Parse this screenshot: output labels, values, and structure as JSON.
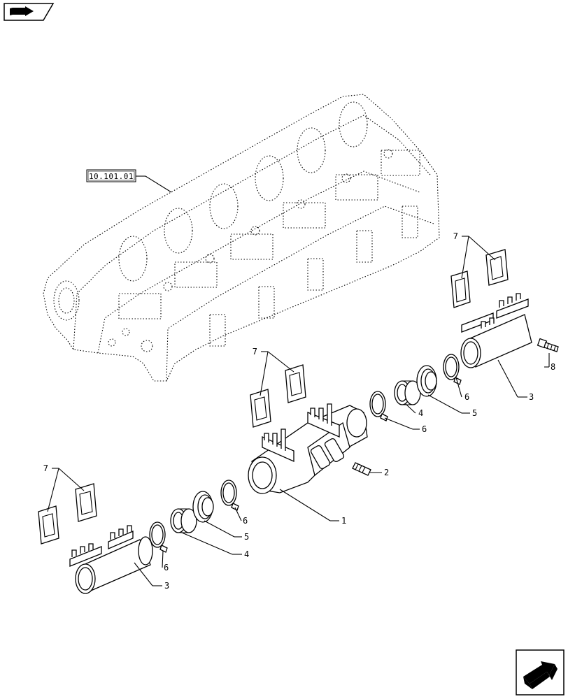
{
  "diagram": {
    "reference_label": "10.101.01",
    "callouts": {
      "c1": "1",
      "c2": "2",
      "c3a": "3",
      "c3b": "3",
      "c4a": "4",
      "c4b": "4",
      "c5a": "5",
      "c5b": "5",
      "c6a": "6",
      "c6b": "6",
      "c6c": "6",
      "c6d": "6",
      "c7a": "7",
      "c7b": "7",
      "c7c": "7",
      "c8": "8"
    }
  },
  "icons": {
    "top_left": "book-arrow-icon",
    "bottom_right": "next-page-arrow-icon"
  }
}
